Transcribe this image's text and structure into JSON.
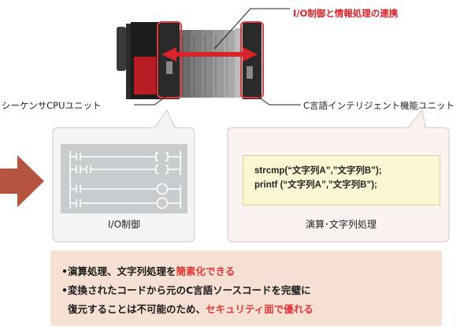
{
  "diagram": {
    "title_callout": "I/O制御と情報処理の連携",
    "left_unit_label": "シーケンサCPUユニット",
    "right_unit_label": "C言語インテリジェント機能ユニット",
    "left_panel": {
      "caption": "I/O制御"
    },
    "right_panel": {
      "caption": "演算･文字列処理",
      "code_lines": [
        "strcmp(“文字列A”,”文字列B”);",
        "printf (“文字列A”,”文字列B”);"
      ]
    },
    "benefits": [
      {
        "prefix": "•演算処理、文字列処理を",
        "highlight": "簡素化できる",
        "suffix": ""
      },
      {
        "prefix": "•変換されたコードから元のC言語ソースコードを完璧に",
        "highlight": "",
        "suffix": ""
      },
      {
        "prefix": "復元することは不可能のため、",
        "highlight": "セキュリティ面で優れる",
        "suffix": ""
      }
    ],
    "colors": {
      "accent_red": "#e23a3a",
      "callout_red": "#d8232a",
      "arrow_brown": "#b5553f",
      "bottom_bg": "#f5e0d3"
    }
  }
}
